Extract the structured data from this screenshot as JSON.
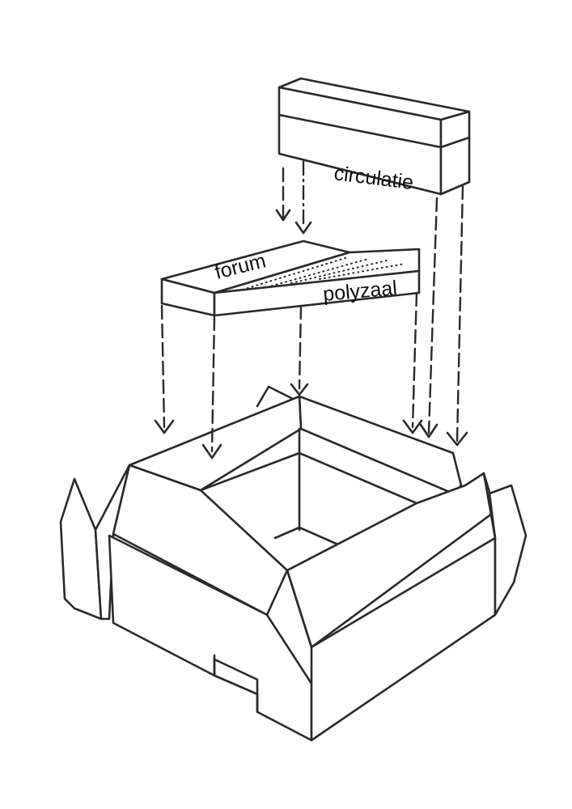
{
  "labels": {
    "circulation": "circulatie",
    "forum": "forum",
    "polyzaal": "polyzaal"
  },
  "colors": {
    "ink": "#2a2a2a",
    "paper": "#ffffff"
  }
}
